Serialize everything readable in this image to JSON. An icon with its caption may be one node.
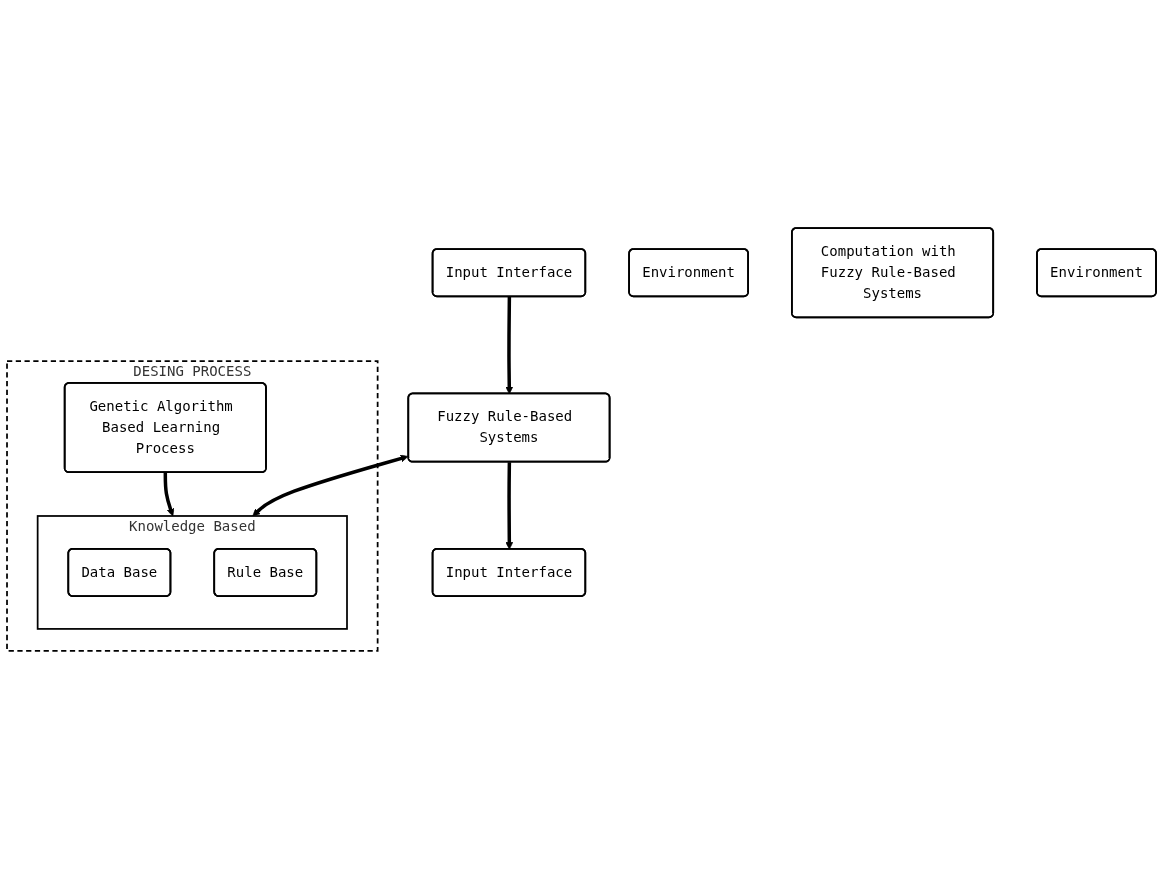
{
  "diagram": {
    "nodes": [
      {
        "text": [
          "DESING PROCESS"
        ]
      },
      {
        "text": [
          "Genetic Algorithm Based Learning Process"
        ],
        "in": 0
      },
      {
        "text": [
          "Knowledge Based"
        ],
        "in": 0
      },
      {
        "text": [
          "Data Base"
        ],
        "in": 2
      },
      {
        "text": [
          "Rule Base"
        ],
        "in": 2
      },
      {
        "text": [
          "Input Interface"
        ]
      },
      {
        "text": [
          "Fuzzy Rule-Based Systems"
        ]
      },
      {
        "text": [
          "Input Interface"
        ]
      },
      {
        "text": [
          "Environment"
        ]
      },
      {
        "text": [
          "Computation with Fuzzy Rule-Based Systems"
        ]
      },
      {
        "text": [
          "Environment"
        ]
      }
    ],
    "edges": [
      {
        "from": 1,
        "to": 2,
        "arrow": "to"
      },
      {
        "from": 6,
        "to": 2,
        "arrow": "both"
      },
      {
        "from": 5,
        "to": 6,
        "arrow": "to"
      },
      {
        "from": 6,
        "to": 7,
        "arrow": "to"
      }
    ]
  }
}
